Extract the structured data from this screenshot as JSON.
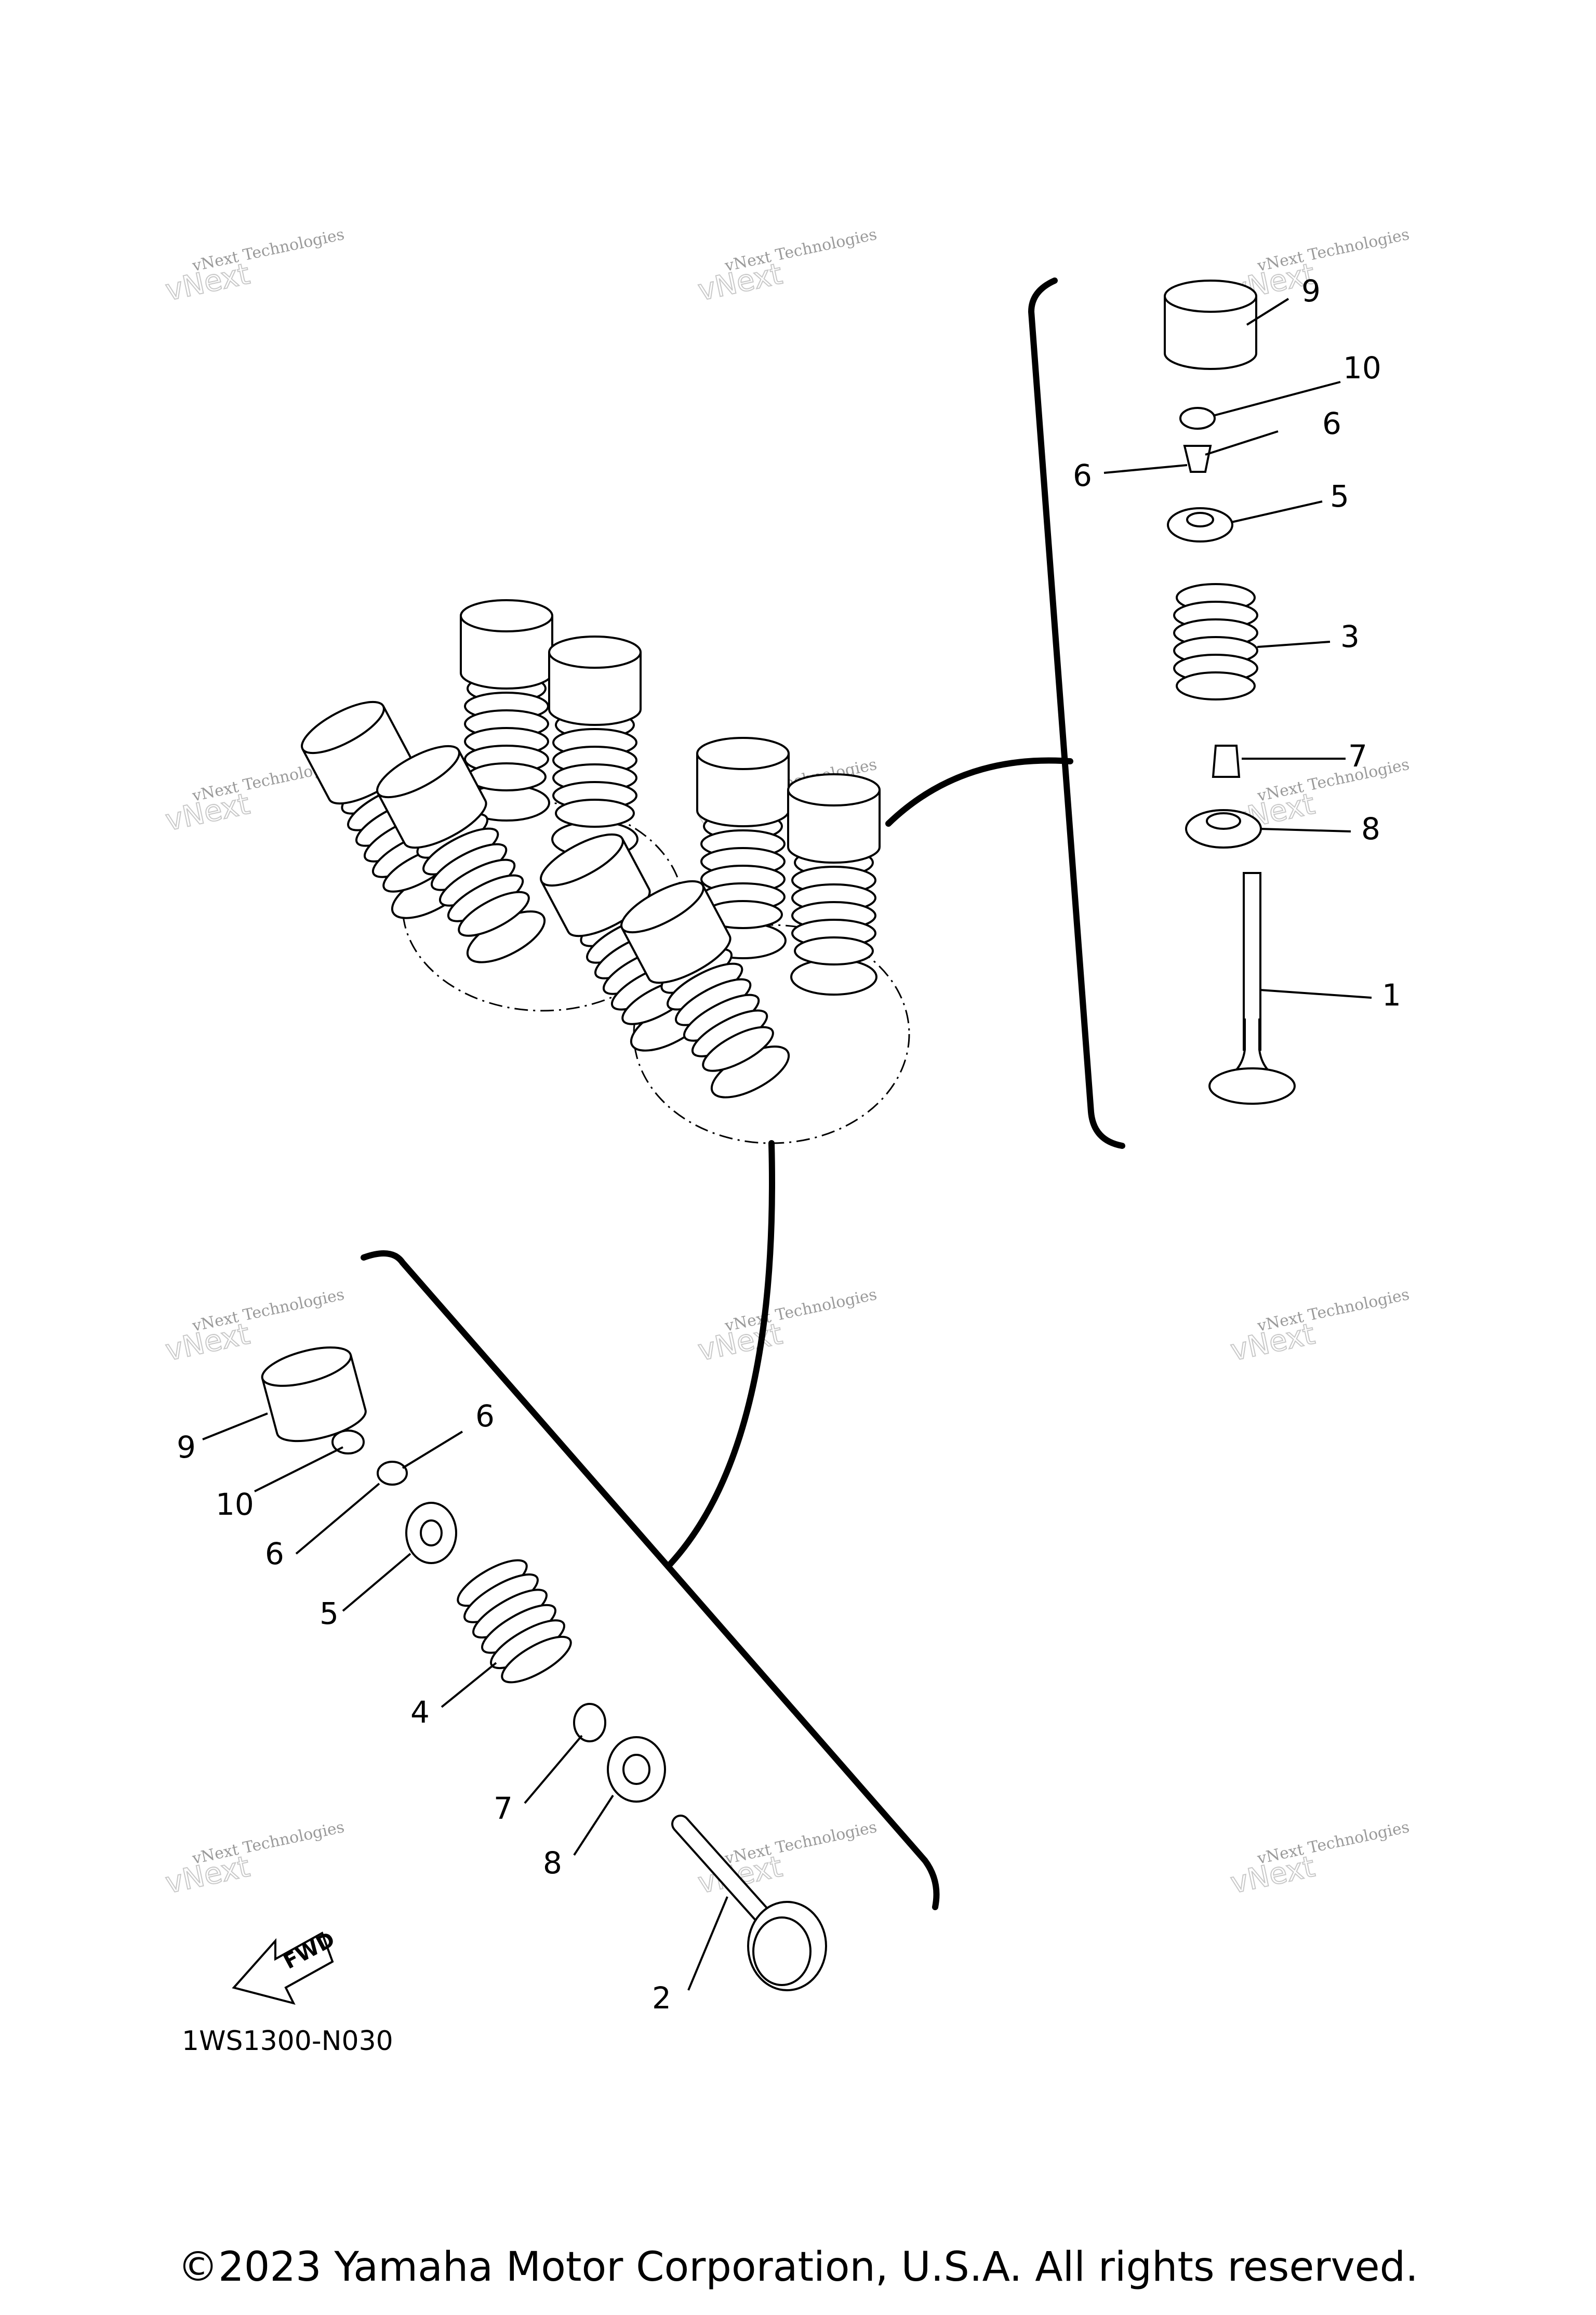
{
  "diagram": {
    "figure_code": "1WS1300-N030",
    "fwd_arrow_label": "FWD",
    "watermark_line1": "vNext Technologies",
    "watermark_line2": "vNext Technologies",
    "callouts_right": [
      "9",
      "10",
      "6",
      "6",
      "5",
      "3",
      "7",
      "8",
      "1"
    ],
    "callouts_left": [
      "9",
      "10",
      "6",
      "6",
      "5",
      "4",
      "7",
      "8",
      "2"
    ]
  },
  "footer": {
    "copyright": "©2023 Yamaha Motor Corporation, U.S.A. All rights reserved."
  }
}
